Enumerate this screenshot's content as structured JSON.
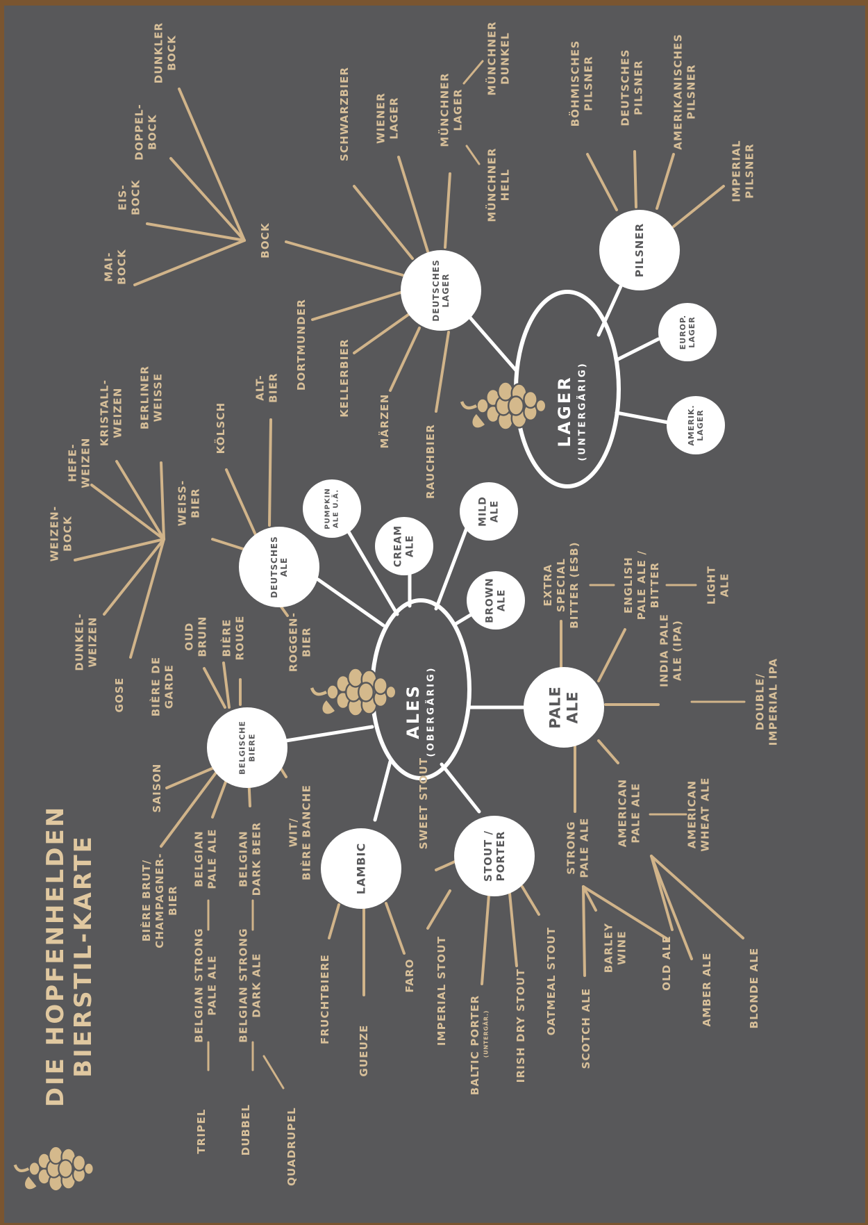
{
  "colors": {
    "background": "#58585a",
    "line_gold": "#d1b48a",
    "text_gold": "#d8c09a",
    "node_white": "#ffffff",
    "node_text": "#58585a",
    "wood": "#7a5530",
    "hop": "#d4b98c"
  },
  "title": [
    "DIE HOPFENHELDEN",
    "BIERSTIL-KARTE"
  ],
  "hubs": {
    "ales": [
      "ALES",
      "(OBERGÄRIG)"
    ],
    "lager": [
      "LAGER",
      "(UNTERGÄRIG)"
    ]
  },
  "nodes": {
    "deutsches_lager": [
      "DEUTSCHES",
      "LAGER"
    ],
    "pilsner": [
      "PILSNER"
    ],
    "europ_lager": [
      "EUROP.",
      "LAGER"
    ],
    "amerik_lager": [
      "AMERIK.",
      "LAGER"
    ],
    "deutsches_ale": [
      "DEUTSCHES",
      "ALE"
    ],
    "pumpkin_ale": [
      "PUMPKIN",
      "ALE U.Ä."
    ],
    "cream_ale": [
      "CREAM",
      "ALE"
    ],
    "mild_ale": [
      "MILD",
      "ALE"
    ],
    "brown_ale": [
      "BROWN",
      "ALE"
    ],
    "pale_ale": [
      "PALE",
      "ALE"
    ],
    "belgische_biere": [
      "BELGISCHE",
      "BIERE"
    ],
    "lambic": [
      "LAMBIC"
    ],
    "stout_porter": [
      "STOUT /",
      "PORTER"
    ]
  },
  "labels": {
    "dunkler_bock": [
      "DUNKLER",
      "BOCK"
    ],
    "doppelbock": [
      "DOPPEL-",
      "BOCK"
    ],
    "eisbock": [
      "EIS-",
      "BOCK"
    ],
    "maibock": [
      "MAI-",
      "BOCK"
    ],
    "bock": [
      "BOCK"
    ],
    "schwarzbier": [
      "SCHWARZBIER"
    ],
    "wiener_lager": [
      "WIENER",
      "LAGER"
    ],
    "muenchner_lager": [
      "MÜNCHNER",
      "LAGER"
    ],
    "muenchner_dunkel": [
      "MÜNCHNER",
      "DUNKEL"
    ],
    "muenchner_hell": [
      "MÜNCHNER",
      "HELL"
    ],
    "dortmunder": [
      "DORTMUNDER"
    ],
    "kellerbier": [
      "KELLERBIER"
    ],
    "maerzen": [
      "MÄRZEN"
    ],
    "rauchbier": [
      "RAUCHBIER"
    ],
    "boehmisches_pilsner": [
      "BÖHMISCHES",
      "PILSNER"
    ],
    "deutsches_pilsner": [
      "DEUTSCHES",
      "PILSNER"
    ],
    "amerikanisches_pilsner": [
      "AMERIKANISCHES",
      "PILSNER"
    ],
    "imperial_pilsner": [
      "IMPERIAL",
      "PILSNER"
    ],
    "weizenbock": [
      "WEIZEN-",
      "BOCK"
    ],
    "hefeweizen": [
      "HEFE-",
      "WEIZEN"
    ],
    "kristallweizen": [
      "KRISTALL-",
      "WEIZEN"
    ],
    "berliner_weisse": [
      "BERLINER",
      "WEISSE"
    ],
    "dunkelweizen": [
      "DUNKEL-",
      "WEIZEN"
    ],
    "gose": [
      "GOSE"
    ],
    "weissbier": [
      "WEISS-",
      "BIER"
    ],
    "koelsch": [
      "KÖLSCH"
    ],
    "altbier": [
      "ALT-",
      "BIER"
    ],
    "roggenbier": [
      "ROGGEN-",
      "BIER"
    ],
    "extra_special_bitter": [
      "EXTRA",
      "SPECIAL",
      "BITTER (ESB)"
    ],
    "english_pale_ale": [
      "ENGLISH",
      "PALE ALE /",
      "BITTER"
    ],
    "light_ale": [
      "LIGHT",
      "ALE"
    ],
    "india_pale_ale": [
      "INDIA PALE",
      "ALE (IPA)"
    ],
    "double_ipa": [
      "DOUBLE/",
      "IMPERIAL IPA"
    ],
    "biere_de_garde": [
      "BIÈRE DE",
      "GARDE"
    ],
    "oud_bruin": [
      "OUD",
      "BRUIN"
    ],
    "biere_rouge": [
      "BIÈRE",
      "ROUGE"
    ],
    "saison": [
      "SAISON"
    ],
    "wit_biere_blanche": [
      "WIT/",
      "BIÈRE BANCHE"
    ],
    "belgian_pale_ale": [
      "BELGIAN",
      "PALE ALE"
    ],
    "belgian_dark_beer": [
      "BELGIAN",
      "DARK BEER"
    ],
    "biere_brut": [
      "BIÈRE BRUT/",
      "CHAMPAGNER-",
      "BIER"
    ],
    "belgian_strong_pale": [
      "BELGIAN STRONG",
      "PALE ALE"
    ],
    "belgian_strong_dark": [
      "BELGIAN STRONG",
      "DARK ALE"
    ],
    "tripel": [
      "TRIPEL"
    ],
    "dubbel": [
      "DUBBEL"
    ],
    "quadrupel": [
      "QUADRUPEL"
    ],
    "fruchtbiere": [
      "FRUCHTBIERE"
    ],
    "gueuze": [
      "GUEUZE"
    ],
    "faro": [
      "FARO"
    ],
    "sweet_stout": [
      "SWEET STOUT"
    ],
    "imperial_stout": [
      "IMPERIAL STOUT"
    ],
    "baltic_porter": [
      "BALTIC PORTER"
    ],
    "baltic_porter_note": [
      "(UNTERGÄR.)"
    ],
    "irish_dry_stout": [
      "IRISH DRY STOUT"
    ],
    "oatmeal_stout": [
      "OATMEAL STOUT"
    ],
    "strong_pale_ale": [
      "STRONG",
      "PALE ALE"
    ],
    "american_pale_ale": [
      "AMERICAN",
      "PALE ALE"
    ],
    "american_wheat_ale": [
      "AMERICAN",
      "WHEAT ALE"
    ],
    "scotch_ale": [
      "SCOTCH ALE"
    ],
    "barley_wine": [
      "BARLEY",
      "WINE"
    ],
    "old_ale": [
      "OLD ALE"
    ],
    "amber_ale": [
      "AMBER ALE"
    ],
    "blonde_ale": [
      "BLONDE ALE"
    ]
  }
}
